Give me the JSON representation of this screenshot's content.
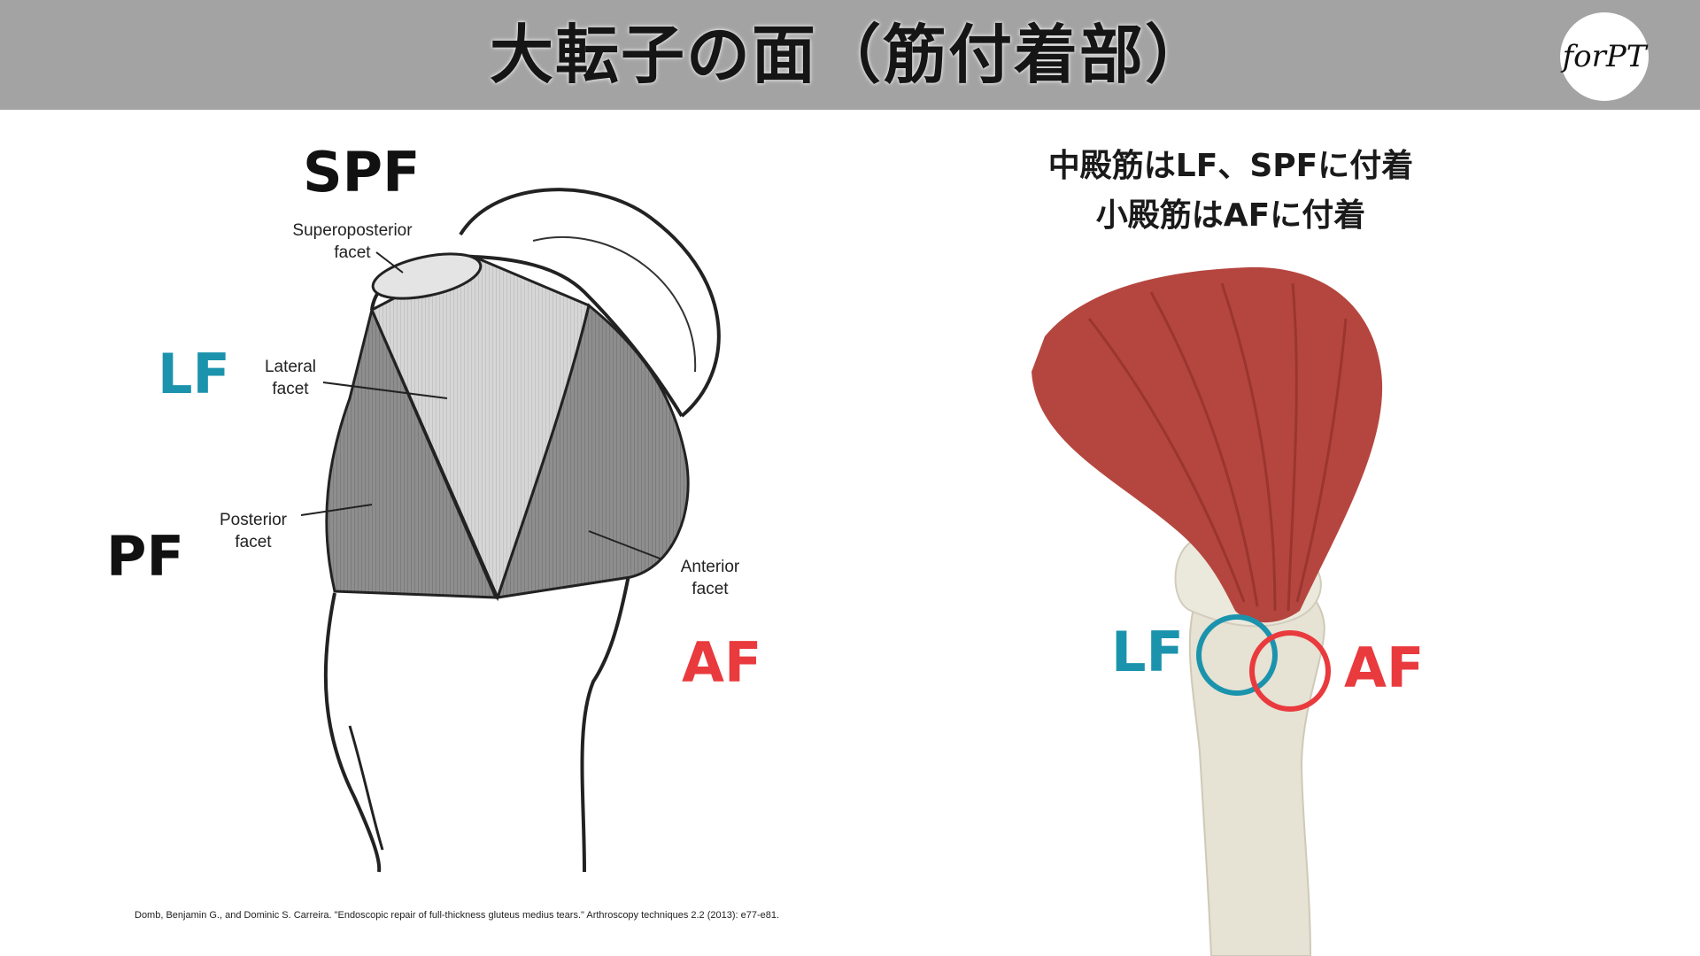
{
  "header": {
    "title": "大転子の面（筋付着部）",
    "logo_text": "forPT"
  },
  "left_figure": {
    "labels": {
      "spf": "SPF",
      "lf": "LF",
      "pf": "PF",
      "af": "AF",
      "superoposterior_line1": "Superoposterior",
      "superoposterior_line2": "facet",
      "lateral_line1": "Lateral",
      "lateral_line2": "facet",
      "posterior_line1": "Posterior",
      "posterior_line2": "facet",
      "anterior_line1": "Anterior",
      "anterior_line2": "facet"
    },
    "citation": "Domb, Benjamin G., and Dominic S. Carreira. \"Endoscopic repair of full-thickness gluteus medius tears.\" Arthroscopy techniques 2.2 (2013): e77-e81."
  },
  "right_figure": {
    "note_line1": "中殿筋はLF、SPFに付着",
    "note_line2": "小殿筋はAFに付着",
    "lf_label": "LF",
    "af_label": "AF"
  },
  "colors": {
    "header_bg": "#a3a3a3",
    "lf_color": "#1b93ad",
    "af_color": "#e93a3e",
    "muscle": "#b5463f",
    "bone": "#e6e2d4"
  }
}
